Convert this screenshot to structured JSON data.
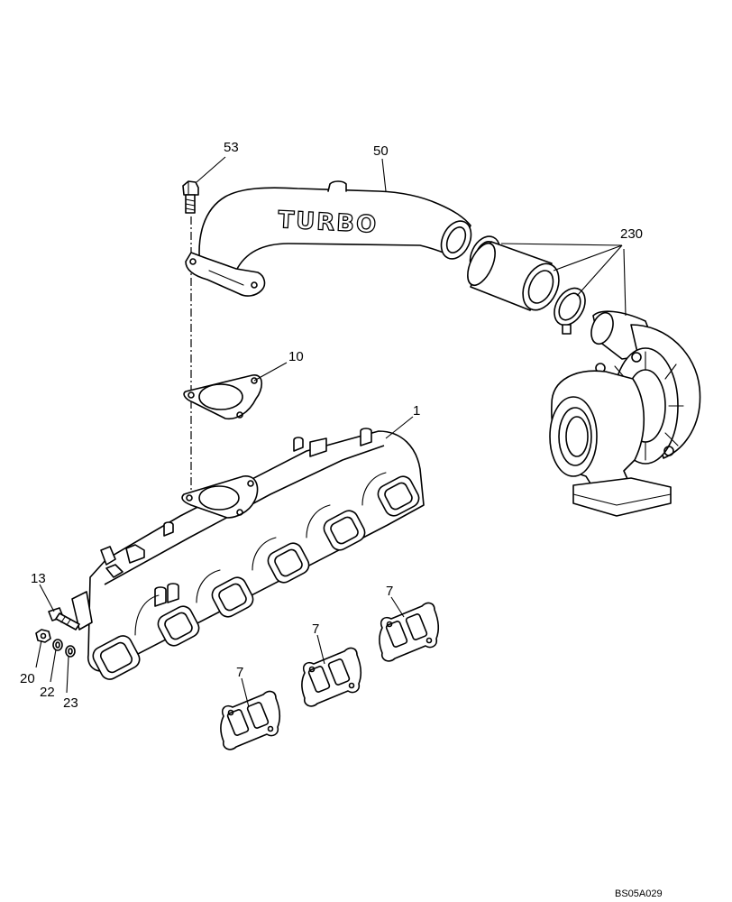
{
  "callouts": {
    "p53": "53",
    "p50": "50",
    "p230": "230",
    "p10": "10",
    "p1": "1",
    "p13": "13",
    "p20": "20",
    "p22": "22",
    "p23": "23",
    "p7a": "7",
    "p7b": "7",
    "p7c": "7"
  },
  "pipe_marking": "TURBO",
  "figure_ref": "BS05A029"
}
